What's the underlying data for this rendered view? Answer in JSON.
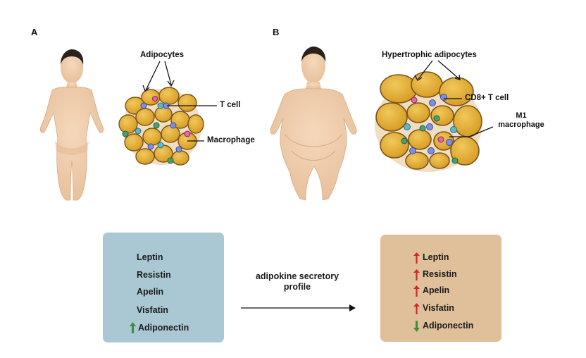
{
  "panels": {
    "a": {
      "letter": "A",
      "labels": {
        "adipocytes": "Adipocytes",
        "t_cell": "T cell",
        "macrophage": "Macrophage"
      },
      "markers": [
        "Leptin",
        "Resistin",
        "Apelin",
        "Visfatin",
        "Adiponectin"
      ],
      "adiponectin_trend": "up"
    },
    "b": {
      "letter": "B",
      "labels": {
        "adipocytes": "Hypertrophic adipocytes",
        "t_cell": "CD8+ T cell",
        "macrophage_line1": "M1",
        "macrophage_line2": "macrophage"
      },
      "markers": [
        {
          "name": "Leptin",
          "trend": "up"
        },
        {
          "name": "Resistin",
          "trend": "up"
        },
        {
          "name": "Apelin",
          "trend": "up"
        },
        {
          "name": "Visfatin",
          "trend": "up"
        },
        {
          "name": "Adiponectin",
          "trend": "down"
        }
      ]
    }
  },
  "transition": {
    "line1": "adipokine secretory",
    "line2": "profile"
  },
  "colors": {
    "skin": "#f0cfae",
    "hair": "#2a211c",
    "adipocyte": "#e2ae2f",
    "adipocyte_edge": "#7a5418",
    "lean_box": "#a9c8d4",
    "obese_box": "#dfc09a",
    "up_green": "#3f8f3a",
    "up_red": "#c62d2a",
    "down_green": "#3f8f3a"
  }
}
